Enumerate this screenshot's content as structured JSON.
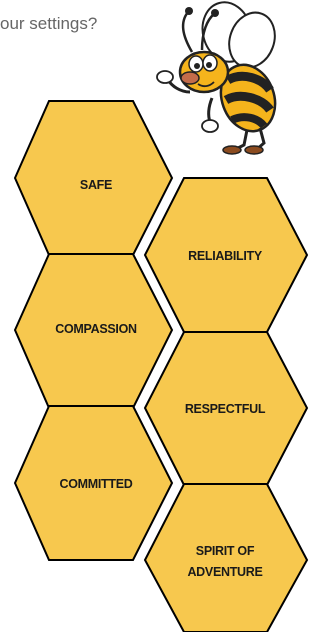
{
  "header": {
    "question_text": "our settings?"
  },
  "honeycomb": {
    "fill_color": "#F7C84E",
    "stroke_color": "#000000",
    "values": {
      "safe": "SAFE",
      "reliability": "RELIABILITY",
      "compassion": "COMPASSION",
      "respectful": "RESPECTFUL",
      "committed": "COMMITTED",
      "spirit_line1": "SPIRIT OF",
      "spirit_line2": "ADVENTURE"
    }
  },
  "mascot": {
    "icon": "cartoon-bee-icon"
  }
}
